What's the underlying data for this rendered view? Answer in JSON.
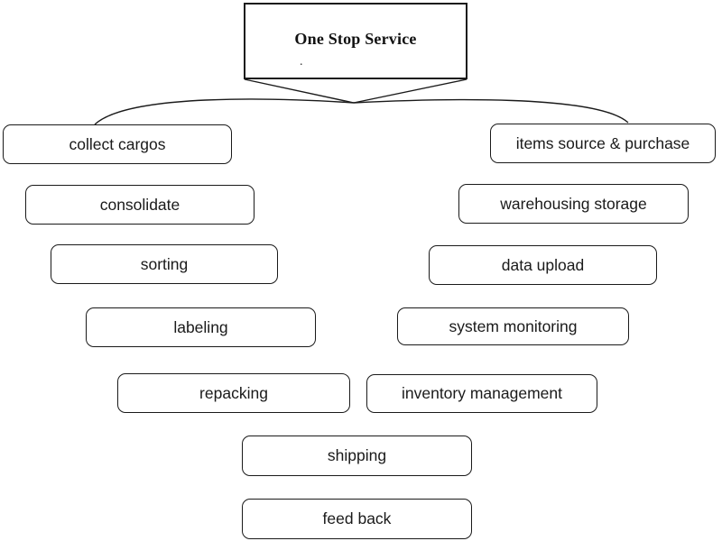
{
  "diagram": {
    "root": {
      "label": "One Stop Service",
      "mark": "."
    },
    "left_column": [
      "collect cargos",
      "consolidate",
      "sorting",
      "labeling",
      "repacking",
      "shipping",
      "feed back"
    ],
    "right_column": [
      "items source & purchase",
      "warehousing storage",
      "data upload",
      "system monitoring",
      "inventory management"
    ],
    "colors": {
      "line": "#1a1a1a",
      "text": "#1a1a1a",
      "background": "#ffffff"
    }
  }
}
